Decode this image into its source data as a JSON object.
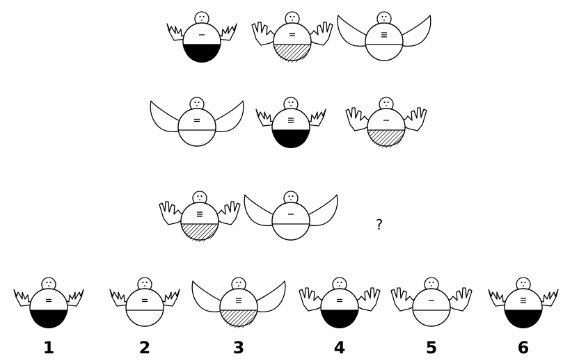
{
  "puzzle": {
    "question_mark": "?",
    "rows": [
      [
        {
          "wings": "small",
          "body": "black",
          "face_lines": 1
        },
        {
          "wings": "medium",
          "body": "hatched",
          "face_lines": 2
        },
        {
          "wings": "big",
          "body": "white",
          "face_lines": 3
        }
      ],
      [
        {
          "wings": "big",
          "body": "white",
          "face_lines": 2
        },
        {
          "wings": "small",
          "body": "black",
          "face_lines": 3
        },
        {
          "wings": "medium",
          "body": "hatched",
          "face_lines": 1
        }
      ],
      [
        {
          "wings": "medium",
          "body": "hatched",
          "face_lines": 3
        },
        {
          "wings": "big",
          "body": "white",
          "face_lines": 1
        },
        null
      ]
    ]
  },
  "options": [
    {
      "label": "1",
      "wings": "small",
      "body": "black",
      "face_lines": 2
    },
    {
      "label": "2",
      "wings": "small",
      "body": "white",
      "face_lines": 2
    },
    {
      "label": "3",
      "wings": "big",
      "body": "hatched",
      "face_lines": 3
    },
    {
      "label": "4",
      "wings": "medium",
      "body": "black",
      "face_lines": 2
    },
    {
      "label": "5",
      "wings": "medium",
      "body": "white",
      "face_lines": 1
    },
    {
      "label": "6",
      "wings": "small",
      "body": "black",
      "face_lines": 3
    }
  ],
  "colors": {
    "ink": "#000000",
    "paper": "#ffffff"
  }
}
